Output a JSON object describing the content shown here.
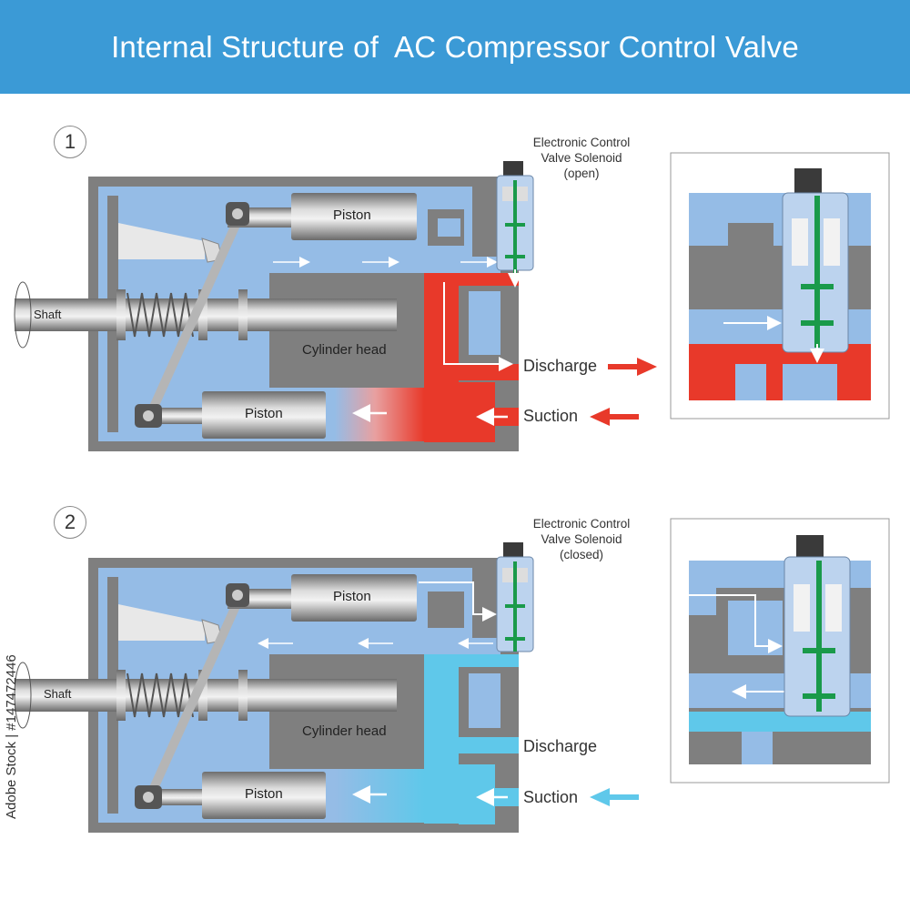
{
  "title": "Internal Structure of  AC Compressor Control Valve",
  "sidebar_text": "Adobe Stock | #147472446",
  "colors": {
    "banner": "#3b9ad6",
    "housing": "#7f7f7f",
    "chamber": "#95bce6",
    "discharge_red": "#e8392a",
    "suction_cyan": "#5fc8ea",
    "valve_green": "#1a9a4a",
    "coil_brown": "#7a6a3a"
  },
  "panels": [
    {
      "step": "1",
      "solenoid_label": [
        "Electronic Control",
        "Valve Solenoid",
        "(open)"
      ],
      "shaft_label": "Shaft",
      "piston_top_label": "Piston",
      "piston_bottom_label": "Piston",
      "cylinder_head_label": "Cylinder head",
      "discharge_label": "Discharge",
      "suction_label": "Suction",
      "valve_state": "open"
    },
    {
      "step": "2",
      "solenoid_label": [
        "Electronic Control",
        "Valve Solenoid",
        "(closed)"
      ],
      "shaft_label": "Shaft",
      "piston_top_label": "Piston",
      "piston_bottom_label": "Piston",
      "cylinder_head_label": "Cylinder head",
      "discharge_label": "Discharge",
      "suction_label": "Suction",
      "valve_state": "closed"
    }
  ]
}
